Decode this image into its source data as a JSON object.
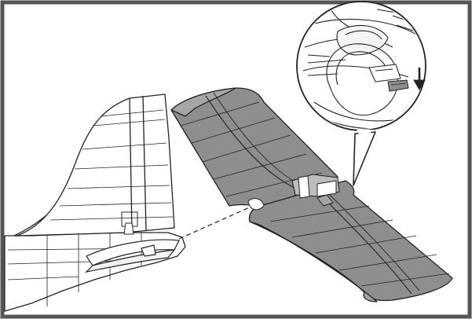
{
  "diagram": {
    "type": "assembly-illustration",
    "parts": [
      "fuselage-tail-section",
      "vertical-stabilizer",
      "rudder",
      "horizontal-stabilizer",
      "elevator",
      "stabilizer-mount-clip",
      "detail-callout"
    ],
    "callout": {
      "arrow_direction": "down"
    },
    "colors": {
      "frame": "#555555",
      "outline": "#222222",
      "part_fill": "#8e8e8e",
      "part_fill_light": "#a6a6a6",
      "background": "#ffffff"
    }
  }
}
